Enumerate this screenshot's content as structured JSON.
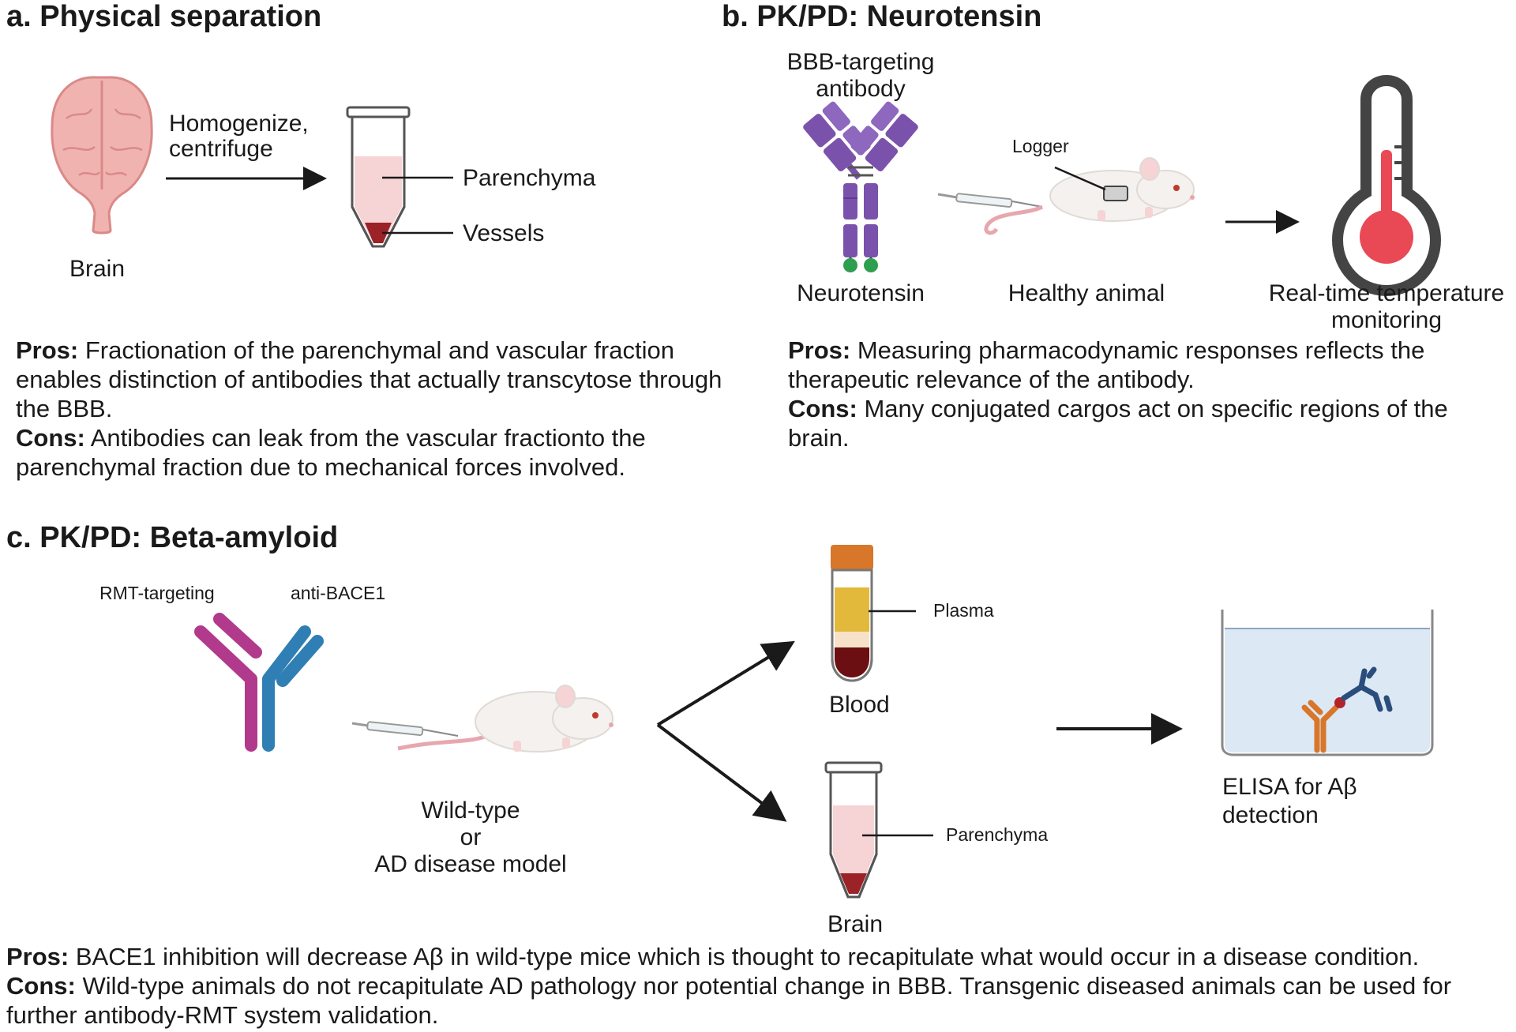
{
  "panel_a": {
    "title": "a. Physical separation",
    "brain_label": "Brain",
    "step_label_1": "Homogenize,",
    "step_label_2": "centrifuge",
    "tube_labels": [
      "Parenchyma",
      "Vessels"
    ],
    "pros_label": "Pros:",
    "pros_text": " Fractionation of the parenchymal and vascular fraction enables distinction of antibodies that actually transcytose through the BBB.",
    "cons_label": "Cons:",
    "cons_text": " Antibodies can leak from the vascular fractionto the parenchymal fraction due to mechanical forces involved."
  },
  "panel_b": {
    "title": "b. PK/PD: Neurotensin",
    "antibody_label_1": "BBB-targeting",
    "antibody_label_2": "antibody",
    "logger_label": "Logger",
    "neurotensin_label": "Neurotensin",
    "animal_label": "Healthy animal",
    "monitor_label_1": "Real-time temperature",
    "monitor_label_2": "monitoring",
    "pros_label": "Pros:",
    "pros_text": " Measuring pharmacodynamic responses reflects the therapeutic relevance of the antibody.",
    "cons_label": "Cons:",
    "cons_text": " Many conjugated cargos act on specific regions of the brain."
  },
  "panel_c": {
    "title": "c. PK/PD: Beta-amyloid",
    "arm_label_1": "RMT-targeting",
    "arm_label_2": "anti-BACE1",
    "mouse_label_1": "Wild-type",
    "mouse_label_2": "or",
    "mouse_label_3": "AD disease model",
    "plasma_label": "Plasma",
    "blood_label": "Blood",
    "parenchyma_label": "Parenchyma",
    "brain_label": "Brain",
    "elisa_label_1": "ELISA for Aβ",
    "elisa_label_2": "detection",
    "pros_label": "Pros:",
    "pros_text": " BACE1 inhibition will decrease Aβ in wild-type mice which is thought to recapitulate what would occur in a disease condition.",
    "cons_label": "Cons:",
    "cons_text": " Wild-type animals do not recapitulate AD pathology nor potential change in BBB. Transgenic diseased animals can be used for further antibody-RMT system validation."
  },
  "colors": {
    "antibody_purple": "#7b52ab",
    "antibody_magenta": "#b13a8c",
    "antibody_blue": "#2f7fb5",
    "neurotensin_green": "#2e9e4f",
    "brain_pink": "#f0b3b0",
    "tube_pink": "#f6d3d5",
    "tube_red": "#9b2226",
    "thermo_red": "#e84955",
    "cap_orange": "#d8762a",
    "plasma_yellow": "#e2b93b",
    "elisa_blue": "#dde8f5"
  }
}
